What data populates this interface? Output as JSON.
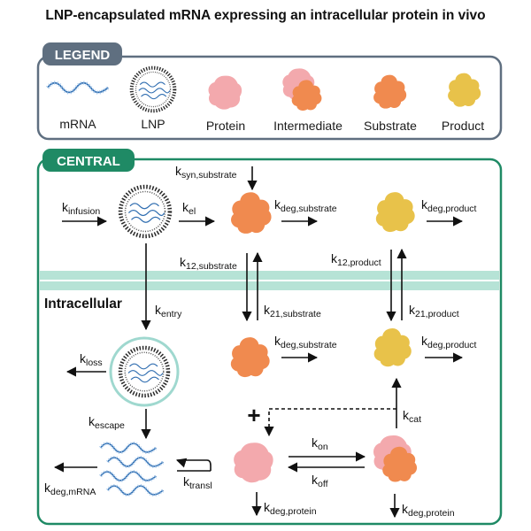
{
  "title": "LNP-encapsulated mRNA expressing an intracellular protein in vivo",
  "legend": {
    "tag": "LEGEND",
    "items": [
      {
        "label": "mRNA"
      },
      {
        "label": "LNP"
      },
      {
        "label": "Protein"
      },
      {
        "label": "Intermediate"
      },
      {
        "label": "Substrate"
      },
      {
        "label": "Product"
      }
    ]
  },
  "central": {
    "tag": "CENTRAL"
  },
  "intracellular": {
    "label": "Intracellular"
  },
  "rates": {
    "k_infusion": {
      "k": "k",
      "sub": "infusion"
    },
    "k_el": {
      "k": "k",
      "sub": "el"
    },
    "k_syn_substrate": {
      "k": "k",
      "sub": "syn,substrate"
    },
    "k_deg_substrate_central": {
      "k": "k",
      "sub": "deg,substrate"
    },
    "k_deg_product_central": {
      "k": "k",
      "sub": "deg,product"
    },
    "k_12_substrate": {
      "k": "k",
      "sub": "12,substrate"
    },
    "k_12_product": {
      "k": "k",
      "sub": "12,product"
    },
    "k_entry": {
      "k": "k",
      "sub": "entry"
    },
    "k_21_substrate": {
      "k": "k",
      "sub": "21,substrate"
    },
    "k_21_product": {
      "k": "k",
      "sub": "21,product"
    },
    "k_deg_substrate_intra": {
      "k": "k",
      "sub": "deg,substrate"
    },
    "k_deg_product_intra": {
      "k": "k",
      "sub": "deg,product"
    },
    "k_loss": {
      "k": "k",
      "sub": "loss"
    },
    "k_escape": {
      "k": "k",
      "sub": "escape"
    },
    "k_cat": {
      "k": "k",
      "sub": "cat"
    },
    "k_on": {
      "k": "k",
      "sub": "on"
    },
    "k_off": {
      "k": "k",
      "sub": "off"
    },
    "k_transl": {
      "k": "k",
      "sub": "transl"
    },
    "k_deg_mRNA": {
      "k": "k",
      "sub": "deg,mRNA"
    },
    "k_deg_protein_1": {
      "k": "k",
      "sub": "deg,protein"
    },
    "k_deg_protein_2": {
      "k": "k",
      "sub": "deg,protein"
    }
  },
  "plus_sign": "+",
  "colors": {
    "frame_gray": "#5f6f80",
    "central_green": "#1f8a65",
    "membrane": "#b6e3d6",
    "protein": "#f3a9ad",
    "substrate": "#f08a4f",
    "product": "#e8c24a",
    "mrna": "#2f6db0"
  }
}
